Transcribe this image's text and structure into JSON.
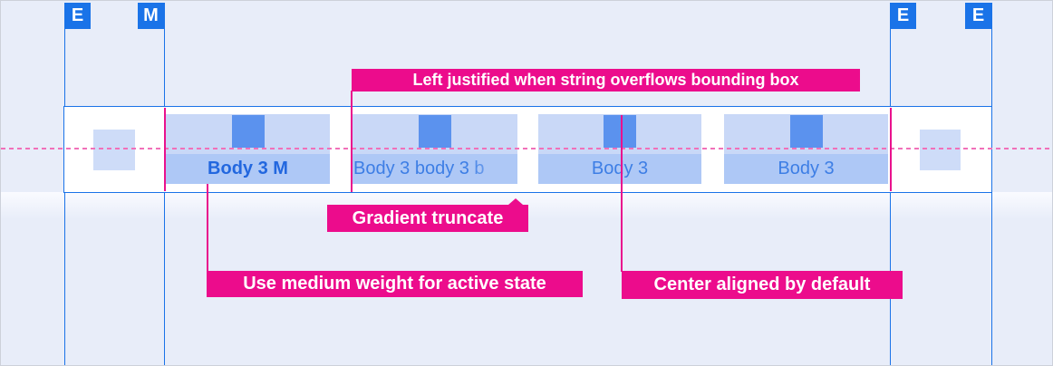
{
  "markers": [
    {
      "label": "E"
    },
    {
      "label": "M"
    },
    {
      "label": "E"
    },
    {
      "label": "E"
    }
  ],
  "tab_bar": {
    "tabs": [
      {
        "label": "Body 3 M",
        "state": "active",
        "align": "center"
      },
      {
        "label": "Body 3 body 3 b",
        "state": "default",
        "align": "left",
        "truncate": "gradient"
      },
      {
        "label": "Body 3",
        "state": "default",
        "align": "center"
      },
      {
        "label": "Body 3",
        "state": "default",
        "align": "center"
      }
    ]
  },
  "annotations": {
    "left_justified": "Left justified when string overflows bounding box",
    "gradient_truncate": "Gradient truncate",
    "medium_weight": "Use medium weight for active state",
    "center_aligned": "Center aligned by default"
  },
  "colors": {
    "accent_blue": "#1A73E8",
    "annotation_pink": "#EC0C8C",
    "dashed_baseline_pink": "#F170B9",
    "tab_bounding_box_fill": "#C9D8F7",
    "tab_label_fill": "#AEC8F6",
    "padding_square_fill": "#5B92EE",
    "spacer_square_fill": "#CEDCF8",
    "background": "#E8EDF9"
  }
}
